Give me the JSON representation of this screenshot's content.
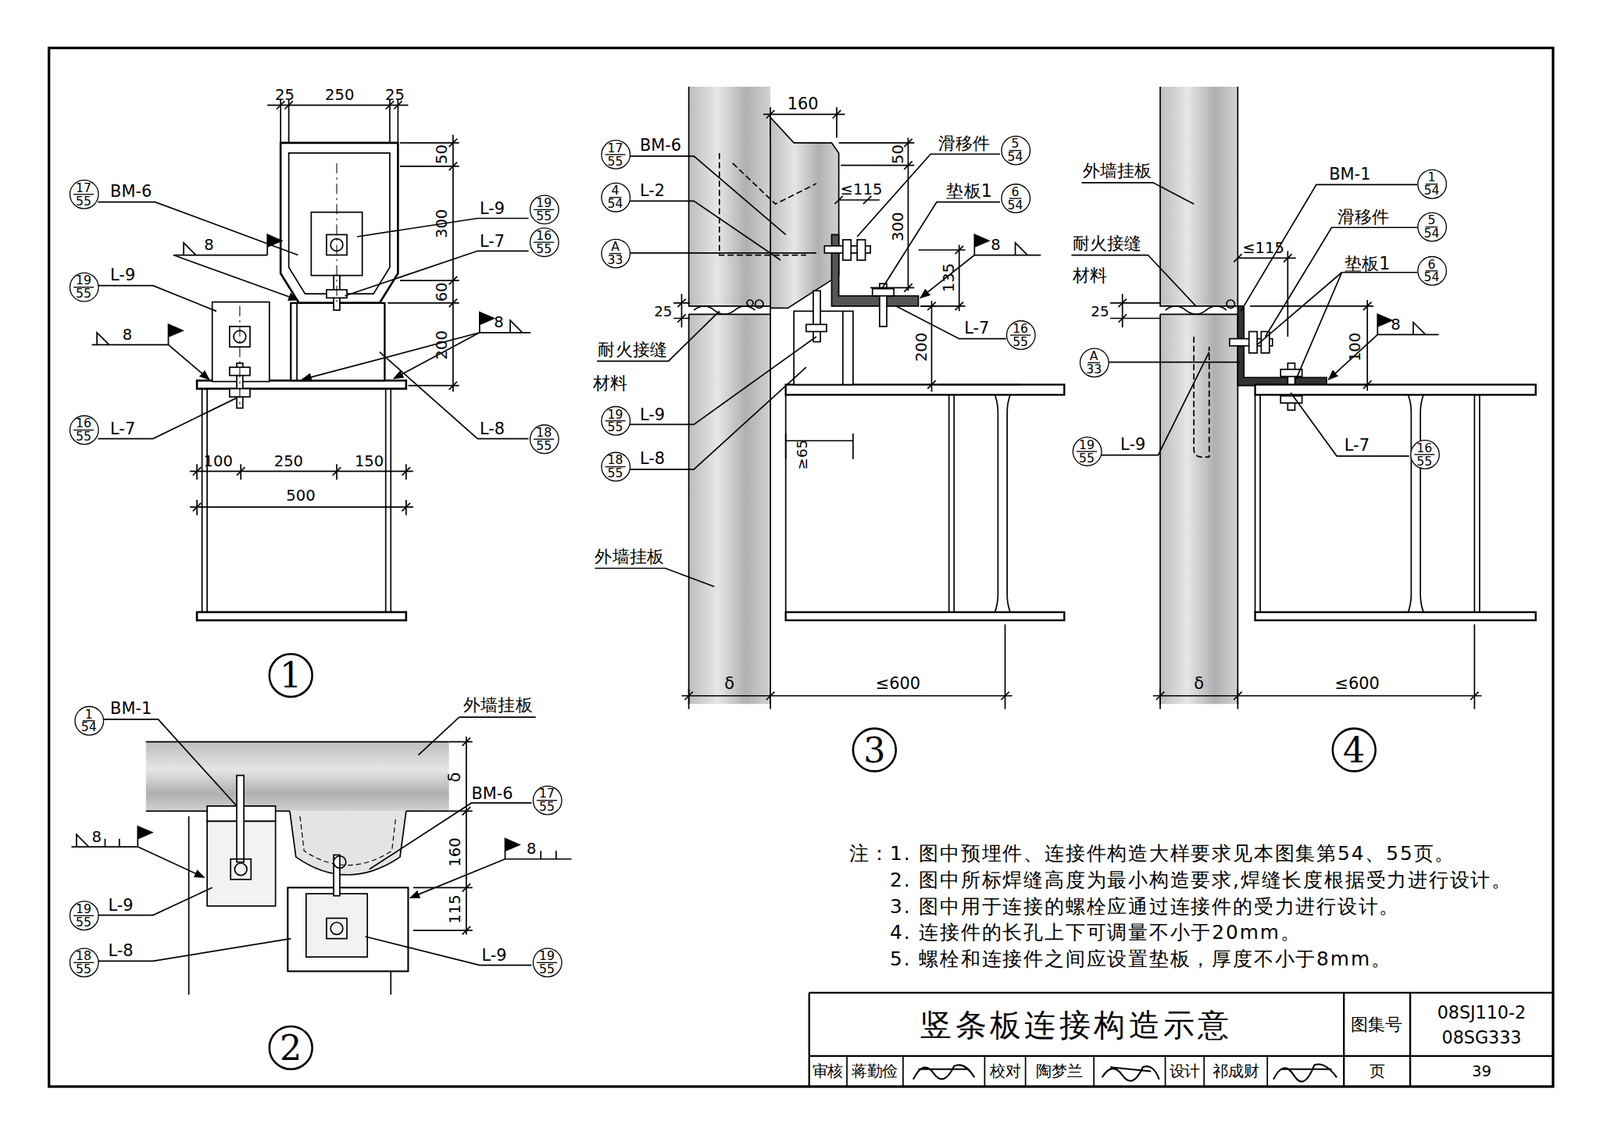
{
  "diagram": {
    "title": "竖条板连接构造示意",
    "nodes": [
      {
        "text": [
          "17",
          "55"
        ]
      },
      {
        "text": [
          "19",
          "55"
        ]
      },
      {
        "text": [
          "16",
          "55"
        ]
      },
      {
        "text": [
          "19",
          "55"
        ]
      },
      {
        "text": [
          "16",
          "55"
        ]
      },
      {
        "text": [
          "18",
          "55"
        ]
      },
      {
        "text": [
          "1"
        ]
      },
      {
        "text": [
          "1",
          "54"
        ]
      },
      {
        "text": [
          "17",
          "55"
        ]
      },
      {
        "text": [
          "19",
          "55"
        ]
      },
      {
        "text": [
          "18",
          "55"
        ]
      },
      {
        "text": [
          "19",
          "55"
        ]
      },
      {
        "text": [
          "2"
        ]
      },
      {
        "text": [
          "17",
          "55"
        ]
      },
      {
        "text": [
          "4",
          "54"
        ]
      },
      {
        "text": [
          "A",
          "33"
        ]
      },
      {
        "text": [
          "5",
          "54"
        ]
      },
      {
        "text": [
          "6",
          "54"
        ]
      },
      {
        "text": [
          "16",
          "55"
        ]
      },
      {
        "text": [
          "19",
          "55"
        ]
      },
      {
        "text": [
          "18",
          "55"
        ]
      },
      {
        "text": [
          "3"
        ]
      },
      {
        "text": [
          "1",
          "54"
        ]
      },
      {
        "text": [
          "5",
          "54"
        ]
      },
      {
        "text": [
          "6",
          "54"
        ]
      },
      {
        "text": [
          "A",
          "33"
        ]
      },
      {
        "text": [
          "19",
          "55"
        ]
      },
      {
        "text": [
          "16",
          "55"
        ]
      },
      {
        "text": [
          "4"
        ]
      }
    ],
    "labels": [
      "BM-6",
      "L-9",
      "L-7",
      "L-9",
      "L-7",
      "L-8",
      "25",
      "250",
      "25",
      "50",
      "300",
      "60",
      "200",
      "100",
      "250",
      "150",
      "500",
      "8",
      "8",
      "8",
      "BM-1",
      "外墙挂板",
      "δ",
      "BM-6",
      "8",
      "8",
      "160",
      "115",
      "L-9",
      "L-8",
      "L-9",
      "BM-6",
      "L-2",
      "160",
      "滑移件",
      "50",
      "≤115",
      "垫板1",
      "300",
      "8",
      "135",
      "25",
      "耐火接缝",
      "材料",
      "L-7",
      "200",
      "L-9",
      "L-8",
      "≥65",
      "外墙挂板",
      "δ",
      "≤600",
      "外墙挂板",
      "BM-1",
      "滑移件",
      "耐火接缝",
      "≤115",
      "材料",
      "垫板1",
      "25",
      "8",
      "100",
      "L-9",
      "L-7",
      "δ",
      "≤600",
      "注：",
      "1. 图中预埋件、连接件构造大样要求见本图集第54、55页。",
      "2. 图中所标焊缝高度为最小构造要求,焊缝长度根据受力进行设计。",
      "3. 图中用于连接的螺栓应通过连接件的受力进行设计。",
      "4. 连接件的长孔上下可调量不小于20mm。",
      "5. 螺栓和连接件之间应设置垫板，厚度不小于8mm。",
      "图集号",
      "08SJ110-2",
      "08SG333",
      "审核",
      "蒋勤俭",
      "校对",
      "陶梦兰",
      "设计",
      "祁成财",
      "页",
      "39"
    ]
  }
}
